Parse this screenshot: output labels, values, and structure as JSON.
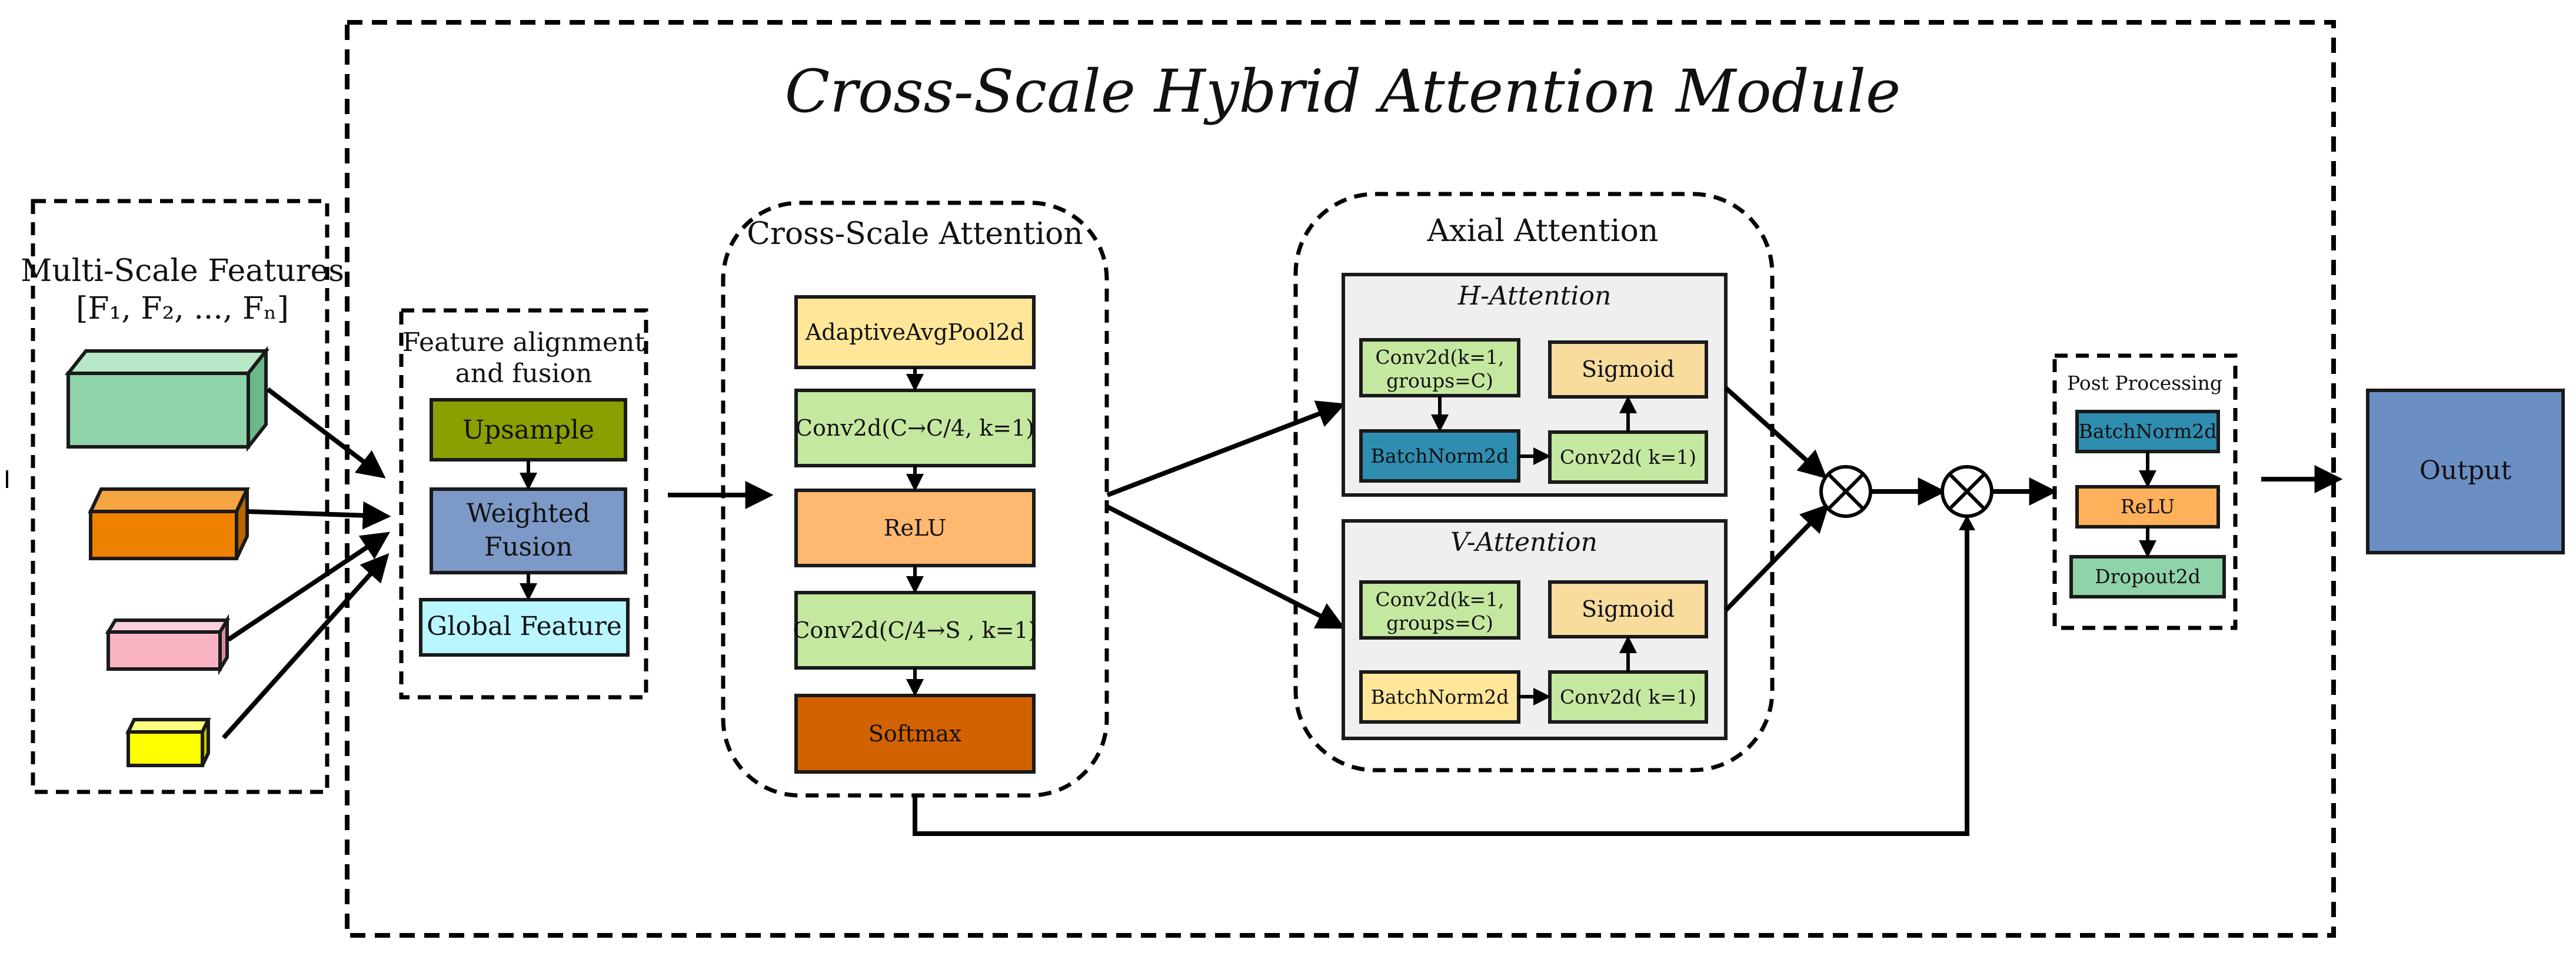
{
  "title": "Cross-Scale Hybrid Attention Module",
  "multiscale": {
    "label": "Multi-Scale Features",
    "sub_label": "[F₁, F₂, ..., Fₙ]",
    "colors": [
      "#8fd3a8",
      "#ee8200",
      "#f9b3c3",
      "#ffff00"
    ]
  },
  "feature_fusion": {
    "title_line1": "Feature alignment",
    "title_line2": "and fusion",
    "upsample": "Upsample",
    "weighted_line1": "Weighted",
    "weighted_line2": "Fusion",
    "global_feature": "Global Feature"
  },
  "cross_scale": {
    "title": "Cross-Scale Attention",
    "blocks": [
      "AdaptiveAvgPool2d",
      "Conv2d(C→C/4, k=1)",
      "ReLU",
      "Conv2d(C/4→S , k=1)",
      "Softmax"
    ]
  },
  "axial": {
    "title": "Axial Attention",
    "h_attention": {
      "title": "H-Attention",
      "conv_line1": "Conv2d(k=1,",
      "conv_line2": "groups=C)",
      "batchnorm": "BatchNorm2d",
      "conv2": "Conv2d( k=1)",
      "sigmoid": "Sigmoid"
    },
    "v_attention": {
      "title": "V-Attention",
      "conv_line1": "Conv2d(k=1,",
      "conv_line2": "groups=C)",
      "batchnorm": "BatchNorm2d",
      "conv2": "Conv2d( k=1)",
      "sigmoid": "Sigmoid"
    }
  },
  "post_processing": {
    "title": "Post Processing",
    "blocks": [
      "BatchNorm2d",
      "ReLU",
      "Dropout2d"
    ]
  },
  "output": "Output",
  "colors": {
    "green": "#8fd3a8",
    "olive": "#8aa000",
    "blue": "#7d99c7",
    "cyan": "#b9f6ff",
    "pale_yellow": "#ffe699",
    "light_green": "#c5e8a0",
    "peach": "#ffb870",
    "dark_orange": "#d26200",
    "teal": "#2f8db0",
    "orange": "#ffb05a",
    "output_blue": "#6b8fc4"
  }
}
